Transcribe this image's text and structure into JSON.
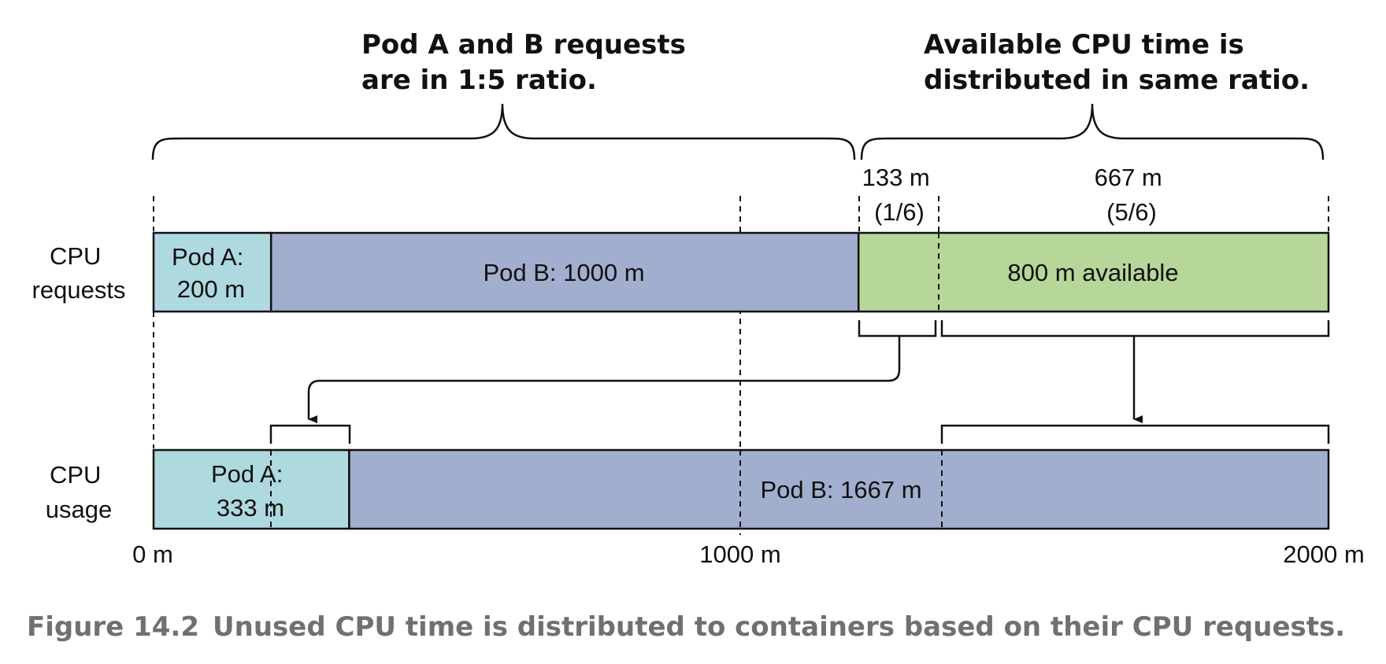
{
  "annotations": {
    "requests_ratio": [
      "Pod A and B requests",
      "are in 1:5 ratio."
    ],
    "distribution_ratio": [
      "Available CPU time is",
      "distributed in same ratio."
    ]
  },
  "rows": {
    "requests": [
      "CPU",
      "requests"
    ],
    "usage": [
      "CPU",
      "usage"
    ]
  },
  "requests_bar": {
    "pod_a": [
      "Pod A:",
      "200 m"
    ],
    "pod_b": "Pod B: 1000 m",
    "available": "800 m available"
  },
  "split": {
    "share_a": [
      "133 m",
      "(1/6)"
    ],
    "share_b": [
      "667 m",
      "(5/6)"
    ]
  },
  "usage_bar": {
    "pod_a": [
      "Pod A:",
      "333 m"
    ],
    "pod_b": "Pod B: 1667 m"
  },
  "axis": {
    "max_millicores": 2000,
    "ticks": [
      "0 m",
      "1000 m",
      "2000 m"
    ],
    "tick_values": [
      0,
      1000,
      2000
    ]
  },
  "values": {
    "pod_a_request": 200,
    "pod_b_request": 1000,
    "available": 800,
    "share_a": 133,
    "share_b": 667,
    "pod_a_usage": 333,
    "pod_b_usage": 1667
  },
  "colors": {
    "pod_a": "#aed9df",
    "pod_b": "#a2aecd",
    "available": "#b7d699",
    "caption": "#707070"
  },
  "caption": {
    "number": "Figure 14.2",
    "text": "Unused CPU time is distributed to containers based on their CPU requests."
  }
}
